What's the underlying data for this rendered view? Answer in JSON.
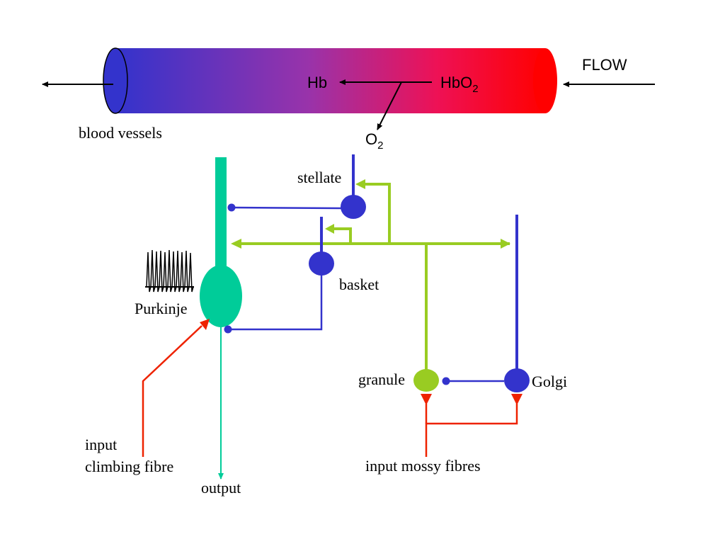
{
  "vessel": {
    "flow_label": "FLOW",
    "caption": "blood vessels",
    "hb": "Hb",
    "hbo_base": "HbO",
    "hbo_sub": "2",
    "o_base": "O",
    "o_sub": "2"
  },
  "neurons": {
    "stellate": "stellate",
    "basket": "basket",
    "purkinje": "Purkinje",
    "granule": "granule",
    "golgi": "Golgi"
  },
  "io": {
    "climbing_line1": "input",
    "climbing_line2": "climbing fibre",
    "output": "output",
    "mossy": "input mossy fibres"
  },
  "colors": {
    "vessel_blue": "#3333cc",
    "vessel_purple": "#9933aa",
    "vessel_red": "#ff0000",
    "neuron_blue": "#3333cc",
    "purkinje_green": "#00cc99",
    "parallel_green": "#99cc22",
    "fibre_red": "#ee2200"
  }
}
